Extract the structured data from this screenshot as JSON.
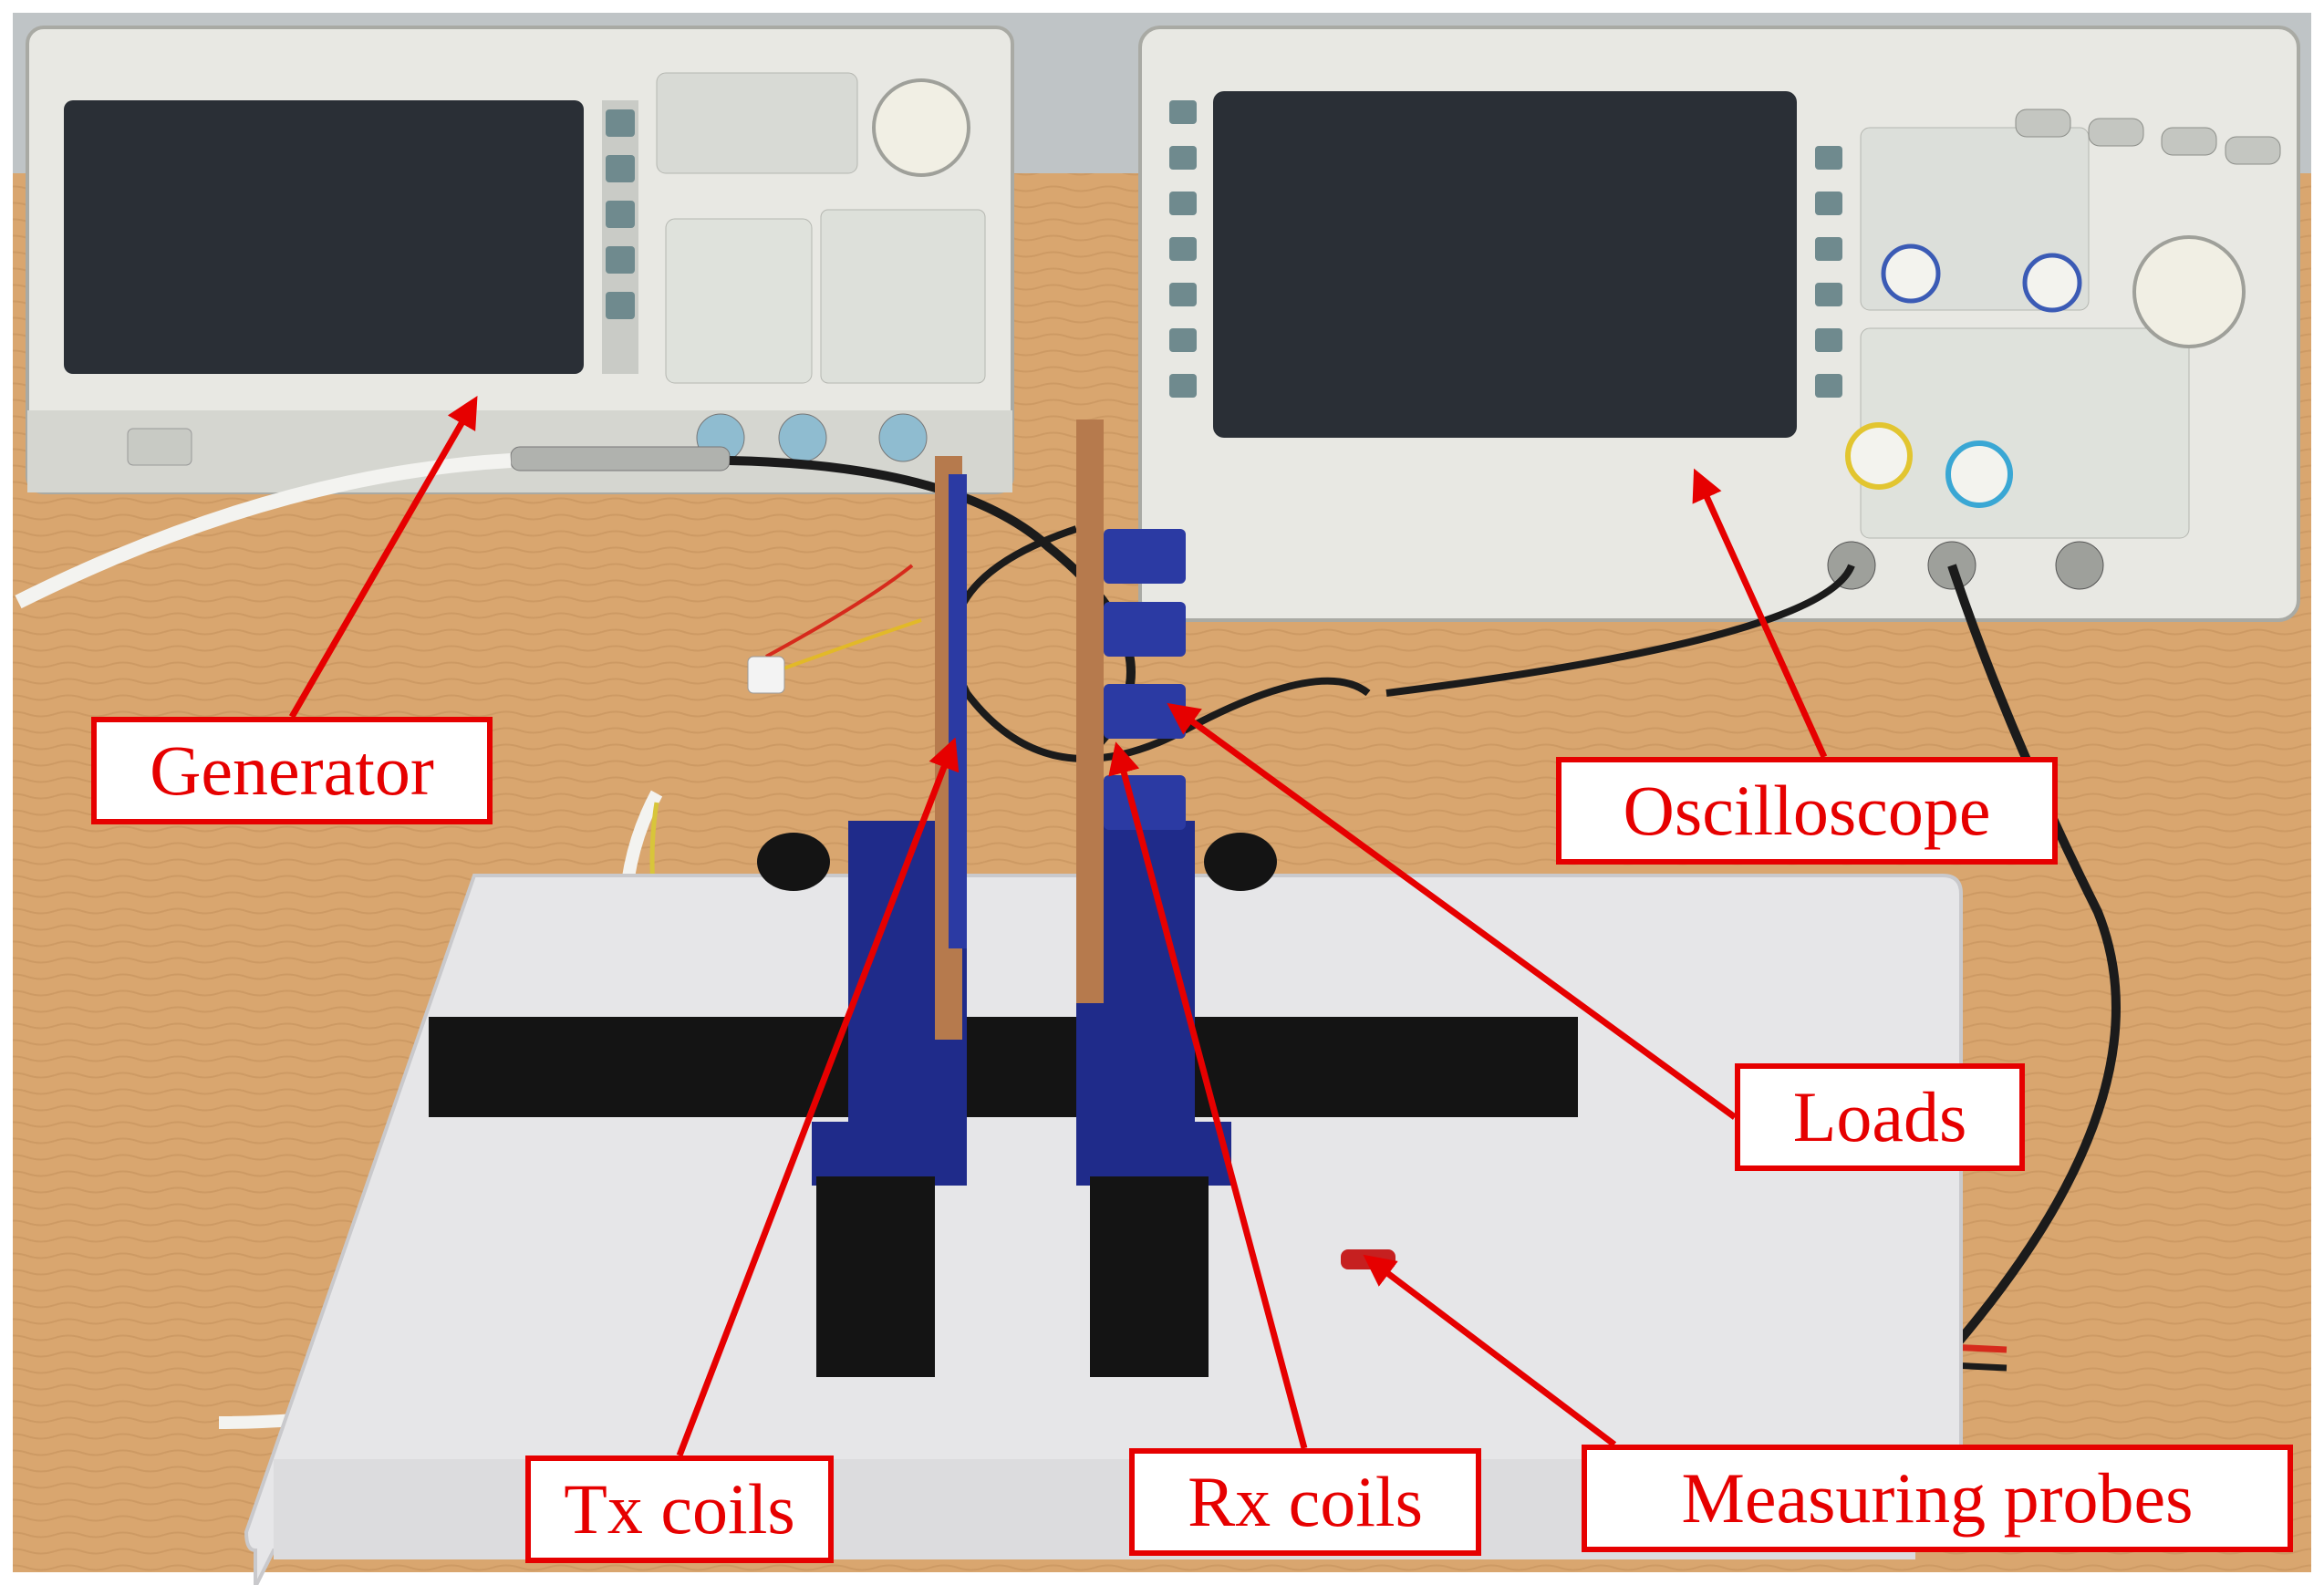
{
  "labels": {
    "generator": "Generator",
    "oscilloscope": "Oscilloscope",
    "loads": "Loads",
    "tx_coils": "Tx coils",
    "rx_coils": "Rx coils",
    "measuring_probes": "Measuring probes"
  },
  "colors": {
    "annotation": "#e60000",
    "table": "#d9a66f",
    "instrument_body": "#e8e8e3",
    "screen": "#2a2f36",
    "holder_blue": "#1f2b8a",
    "mat": "#e6e6e8"
  }
}
